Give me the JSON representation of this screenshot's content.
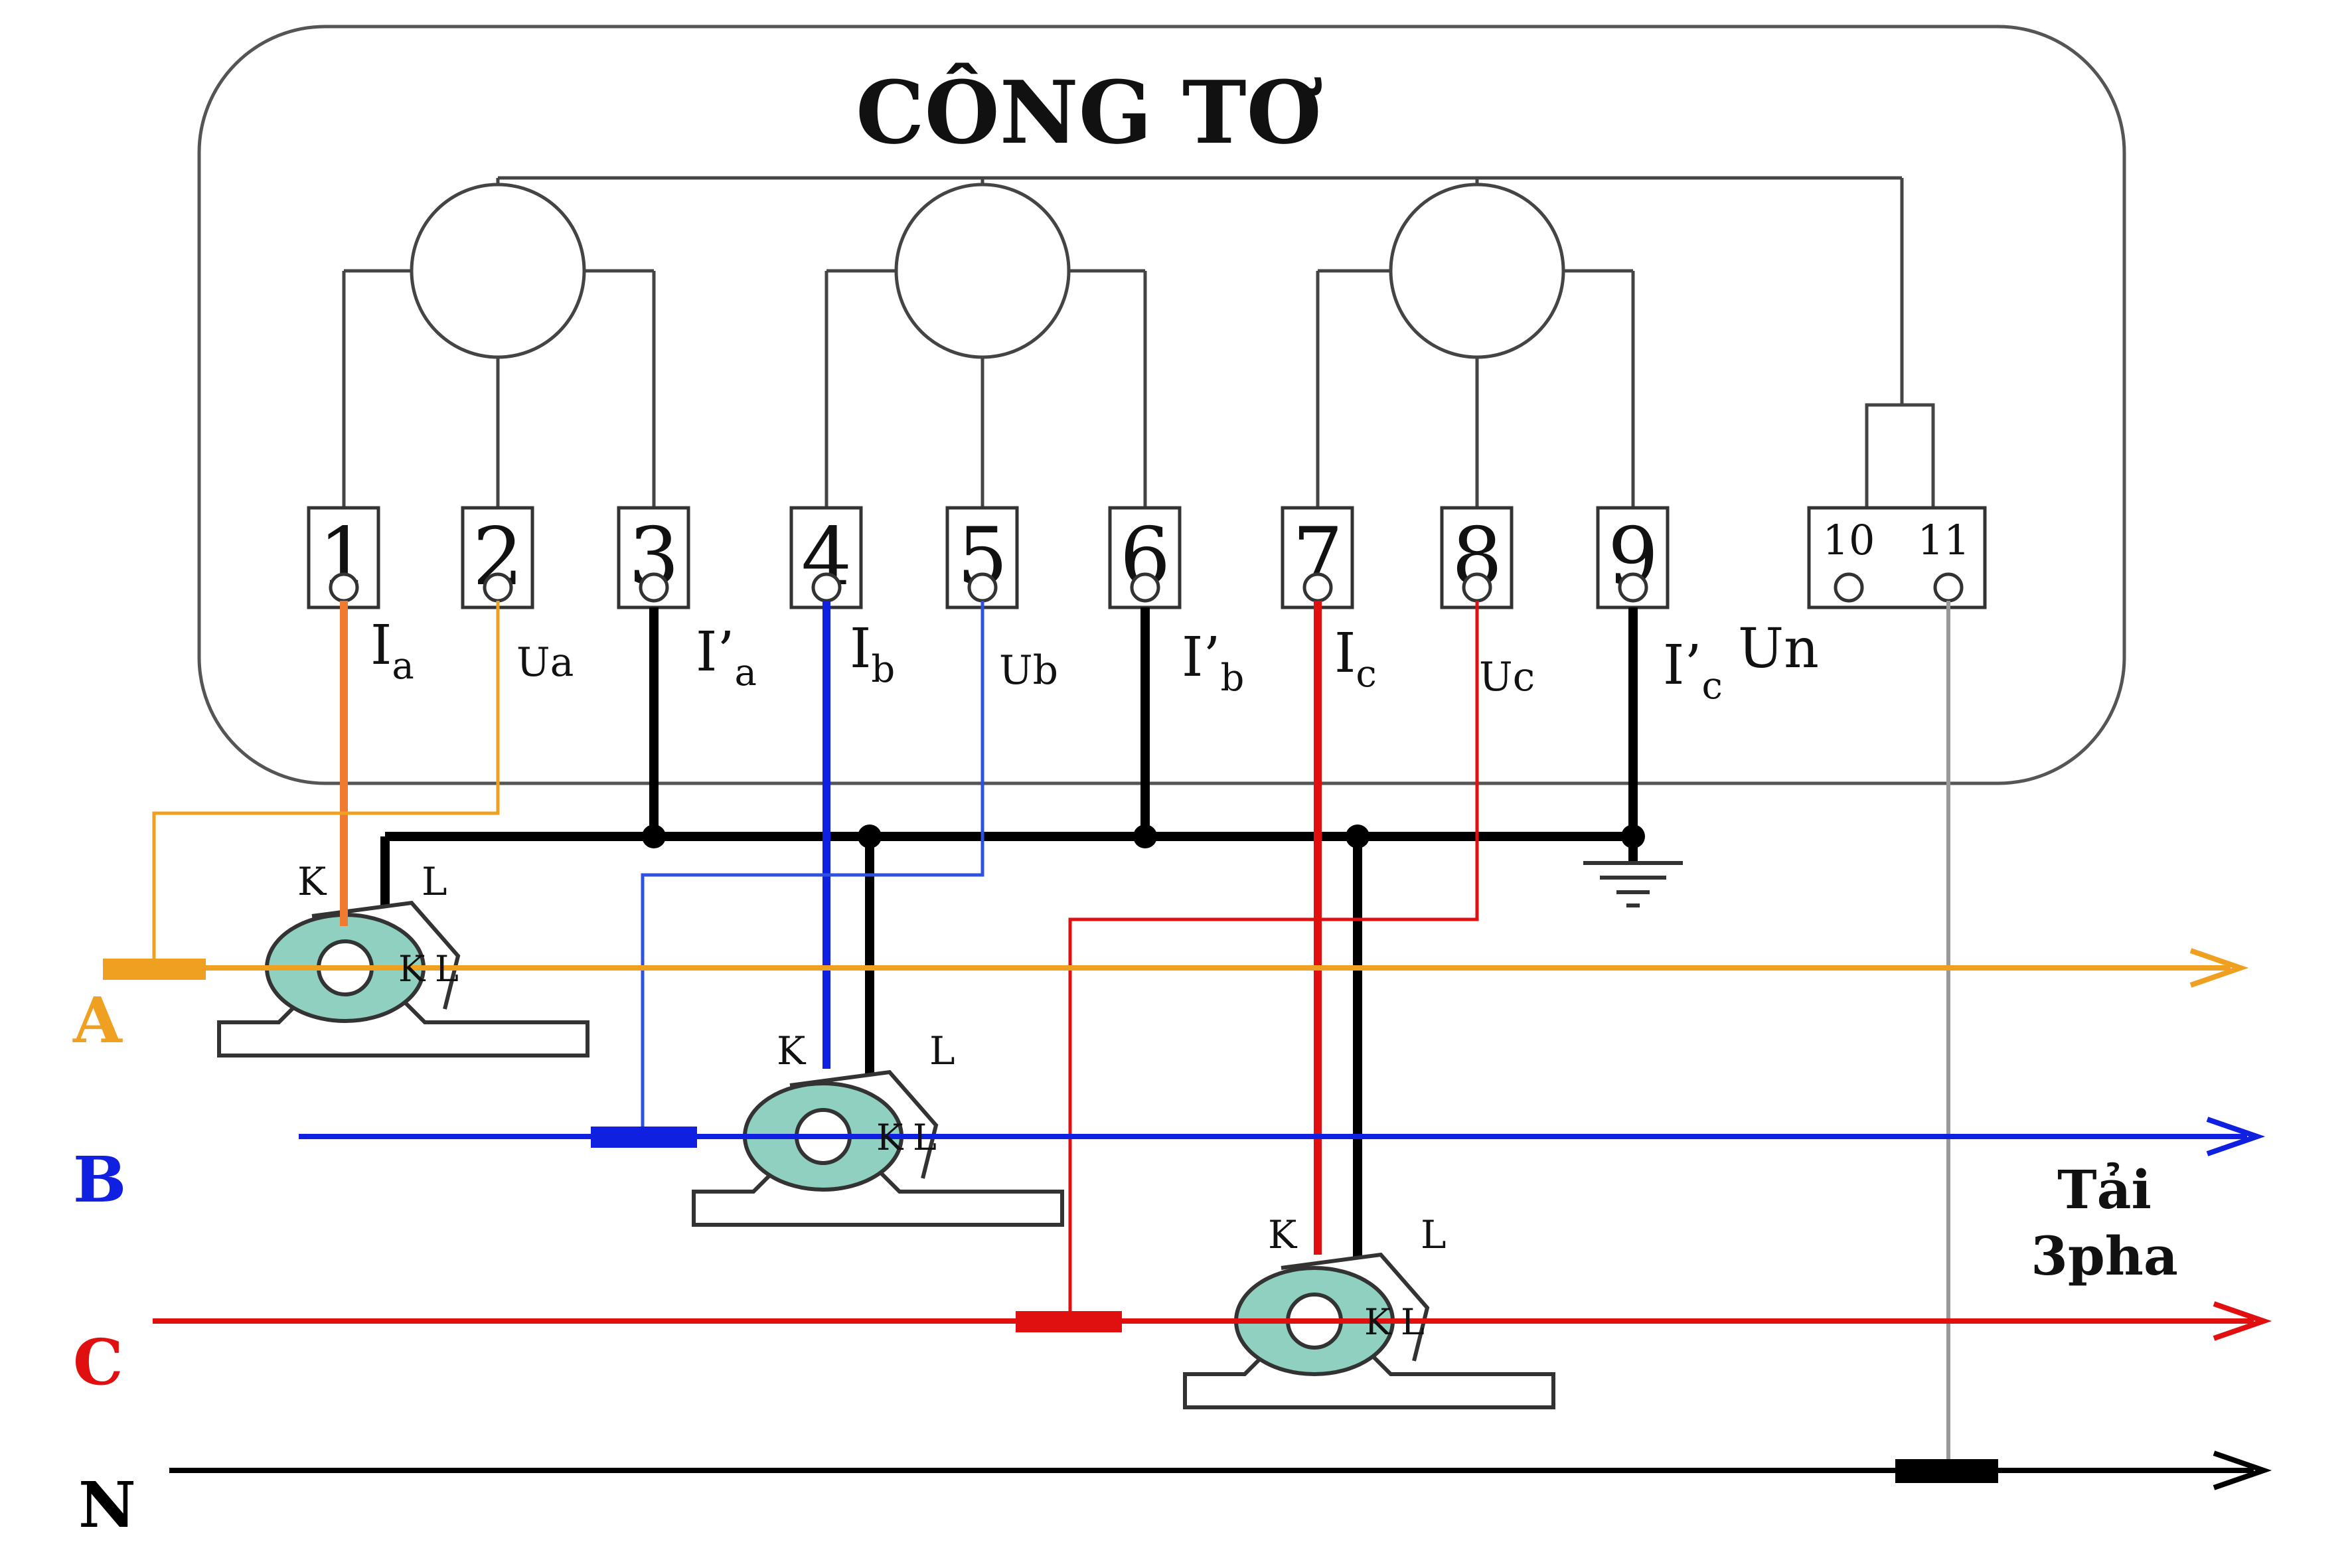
{
  "meter": {
    "title": "CÔNG TƠ",
    "terminals": [
      "1",
      "2",
      "3",
      "4",
      "5",
      "6",
      "7",
      "8",
      "9"
    ],
    "terminal_10": "10",
    "terminal_11": "11",
    "labels": {
      "ia": {
        "main": "I",
        "sub": "a"
      },
      "ua": "Ua",
      "ia_out": {
        "main": "I’",
        "sub": "a"
      },
      "ib": {
        "main": "I",
        "sub": "b"
      },
      "ub": "Ub",
      "ib_out": {
        "main": "I’",
        "sub": "b"
      },
      "ic": {
        "main": "I",
        "sub": "c"
      },
      "uc": "Uc",
      "ic_out": {
        "main": "I’",
        "sub": "c"
      },
      "un": "Un"
    }
  },
  "ct_labels": {
    "k": "K",
    "l": "L"
  },
  "phases": {
    "a": "A",
    "b": "B",
    "c": "C",
    "n": "N"
  },
  "load": {
    "line1": "Tải",
    "line2": "3pha"
  },
  "colors": {
    "phase_a": "#f0a020",
    "phase_a_current": "#f07a30",
    "phase_b": "#1020e0",
    "phase_c": "#e01010",
    "neutral": "#000000",
    "ct_ring": "#8fd0c0",
    "frame": "#555555"
  }
}
